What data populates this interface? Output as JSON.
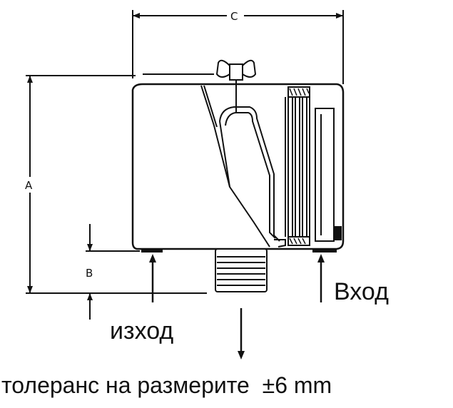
{
  "dimensions": {
    "a": "A",
    "b": "B",
    "c": "C"
  },
  "labels": {
    "inlet": "Вход",
    "outlet": "изход",
    "tolerance": "толеранс на размерите  ±6 mm"
  }
}
